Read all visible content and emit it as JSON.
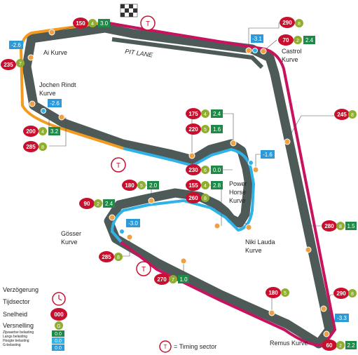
{
  "colors": {
    "track": "#4d5a57",
    "sector1": "#f39a20",
    "sector2": "#2fb2e6",
    "sector3": "#c8125f",
    "speed": "#c8102e",
    "gear": "#8fae2f",
    "gear_delta": "#1f8a47",
    "speed_delta": "#2c9ad8",
    "point": "#f0a040"
  },
  "track_label": "PIT LANE",
  "corners": {
    "ai_kurve": "Ai Kurve",
    "castrol": "Castrol Kurve",
    "jochen_rindt": "Jochen Rindt Kurve",
    "power_horse": "Power Horse Kurve",
    "niki_lauda": "Niki Lauda Kurve",
    "gosser": "Gösser Kurve",
    "remus": "Remus Kurve"
  },
  "timing_sector_symbol": "T",
  "speeds": {
    "start_line": "150",
    "castrol_entry": "290",
    "castrol_apex": "70",
    "ai_kurve": "235",
    "back_straight": "245",
    "jochen_a": "200",
    "jochen_b": "285",
    "p175": "175",
    "p220": "220",
    "p230": "230",
    "p180": "180",
    "p155": "155",
    "p260": "260",
    "p90": "90",
    "p280": "280",
    "p285": "285",
    "p270": "270",
    "p180b": "180",
    "p290b": "290",
    "remus": "60"
  },
  "gears": {
    "start_line": "4",
    "castrol_entry": "8",
    "castrol_apex": "2",
    "ai_kurve": "7",
    "back_straight": "8",
    "jochen_a": "4",
    "jochen_b": "8",
    "p175": "4",
    "p220": "5",
    "p230": "6",
    "p180": "5",
    "p155": "4",
    "p260": "8",
    "p90": "2",
    "p280": "8",
    "p285": "8",
    "p270": "7",
    "p180b": "5",
    "p290b": "8",
    "remus": "2"
  },
  "gear_changes": {
    "start_line": "3.0",
    "castrol_apex": "2.4",
    "jochen_a": "3.2",
    "p175": "2.4",
    "p220": "1.6",
    "p230": "0.0",
    "p180": "2.0",
    "p155": "2.8",
    "p90": "2.4",
    "p280": "1.5",
    "p270": "1.0",
    "remus": "2.2"
  },
  "speed_deltas": {
    "castrol": "-3.1",
    "ai_kurve": "-2.6",
    "jochen": "-2.6",
    "p230": "-1.6",
    "gosser": "-3.0",
    "remus": "-3.3"
  },
  "legend": {
    "verzoegerung": "Verzögerung",
    "tijdsector": "Tijdsector",
    "snelheid": "Snelheid",
    "speed_sample": "000",
    "versnelling": "Versnelling",
    "gear_sample": "G",
    "row1": "Zijwaartse belasting",
    "row2": "Langs belasting",
    "row3": "Hoogte belasting",
    "row4": "G-belasting",
    "v1": "0.0",
    "v2": "0.0",
    "v3": "0.0",
    "timing_note": "= Timing sector",
    "timing_symbol": "T"
  }
}
